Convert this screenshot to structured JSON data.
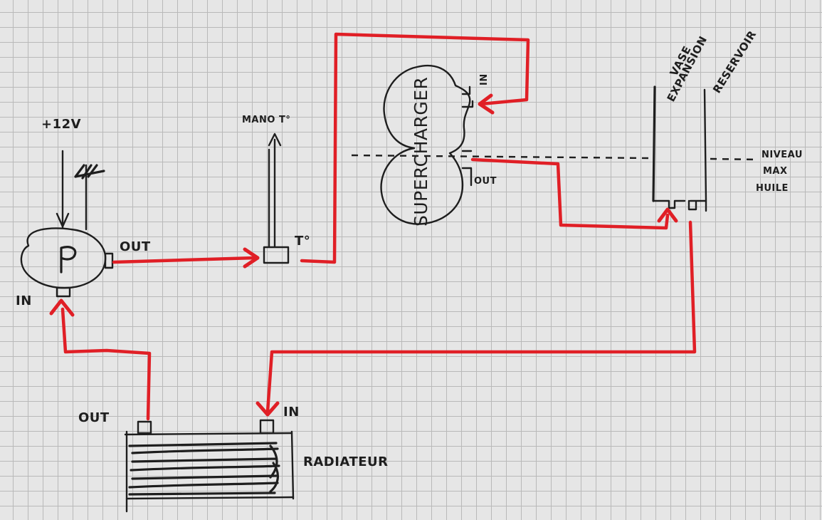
{
  "labels": {
    "power": "+12V",
    "pump_letter": "P",
    "pump_out": "OUT",
    "pump_in": "IN",
    "sensor_label": "T°",
    "sensor_lead": "MANO T°",
    "supercharger": "SUPERCHARGER",
    "supercharger_in": "IN",
    "supercharger_out": "OUT",
    "reservoir_line1": "VASE",
    "reservoir_line2": "EXPANSION",
    "reservoir_line3": "RESERVOIR",
    "level_line1": "NIVEAU",
    "level_line2": "MAX",
    "level_line3": "HUILE",
    "radiator": "RADIATEUR",
    "radiator_out": "OUT",
    "radiator_in": "IN"
  },
  "colors": {
    "pipe": "#e01f26",
    "ink": "#1e1e1e",
    "paper": "#e6e6e6",
    "grid": "#b9b9b9"
  }
}
